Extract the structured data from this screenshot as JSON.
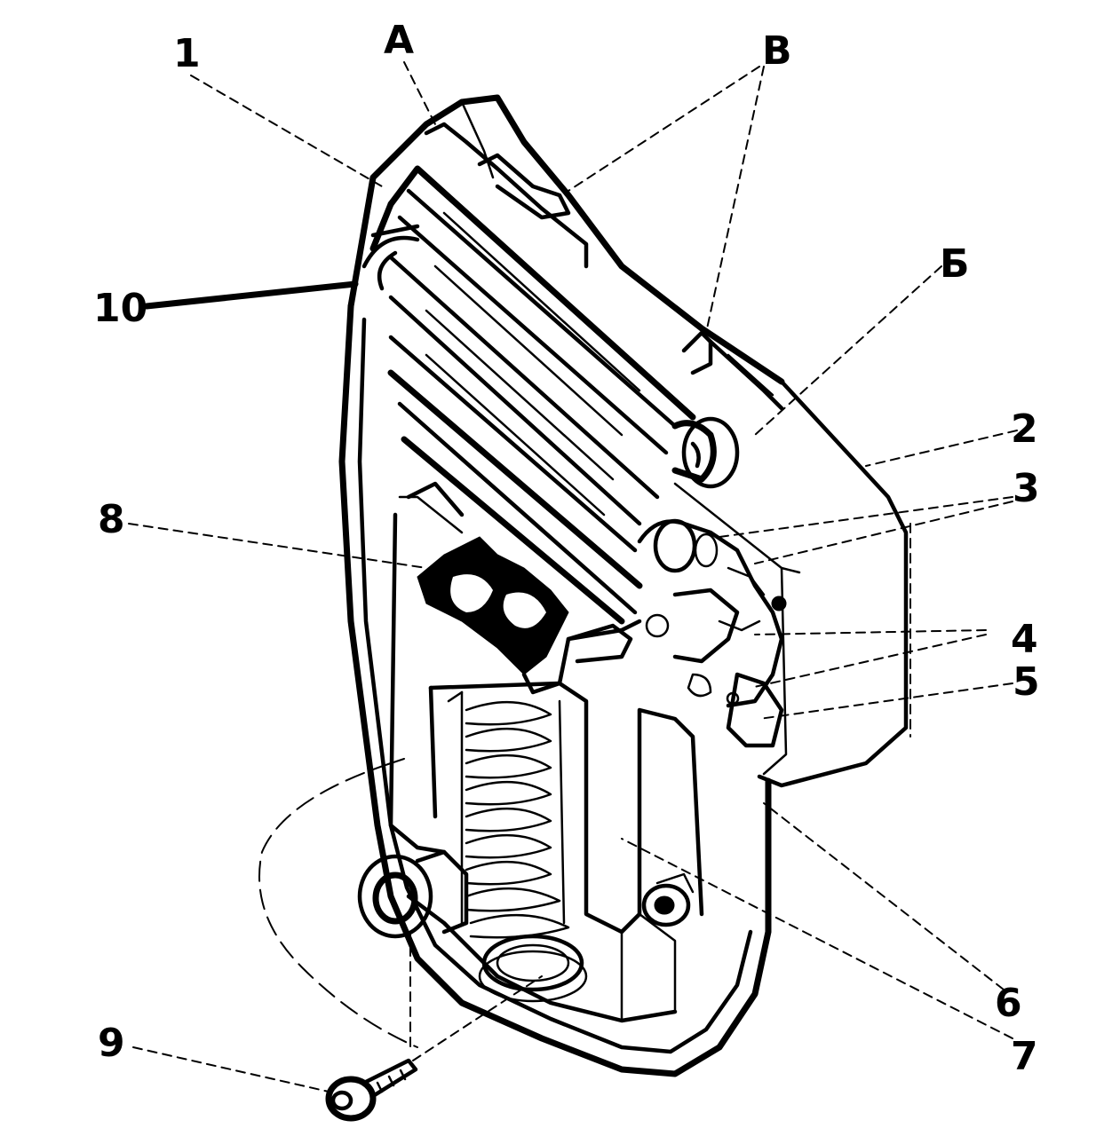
{
  "labels": {
    "l1": "1",
    "lA": "A",
    "lV": "B",
    "lB": "Б",
    "l10": "10",
    "l2": "2",
    "l3": "3",
    "l8": "8",
    "l4": "4",
    "l5": "5",
    "l6": "6",
    "l7": "7",
    "l9": "9"
  }
}
